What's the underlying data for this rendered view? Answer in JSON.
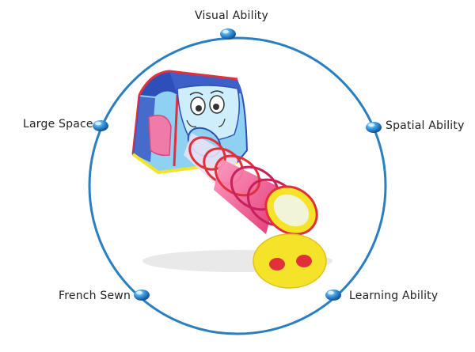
{
  "labels": {
    "top": "Visual Ability",
    "top_left": "Large Space",
    "top_right": "Spatial Ability",
    "bottom_left": "French Sewn",
    "bottom_right": "Learning Ability"
  },
  "colors": {
    "ring": "#2a7fc1",
    "dot_light": "#7cc4f4",
    "dot_dark": "#1560a8",
    "tent_blue": "#2f4fb8",
    "tent_red": "#e2303a",
    "tent_pink": "#e8417f",
    "tent_yellow": "#f5e32a",
    "tent_lightblue": "#7ec9ee"
  },
  "image": {
    "subject": "elephant-tent-with-tunnel"
  }
}
